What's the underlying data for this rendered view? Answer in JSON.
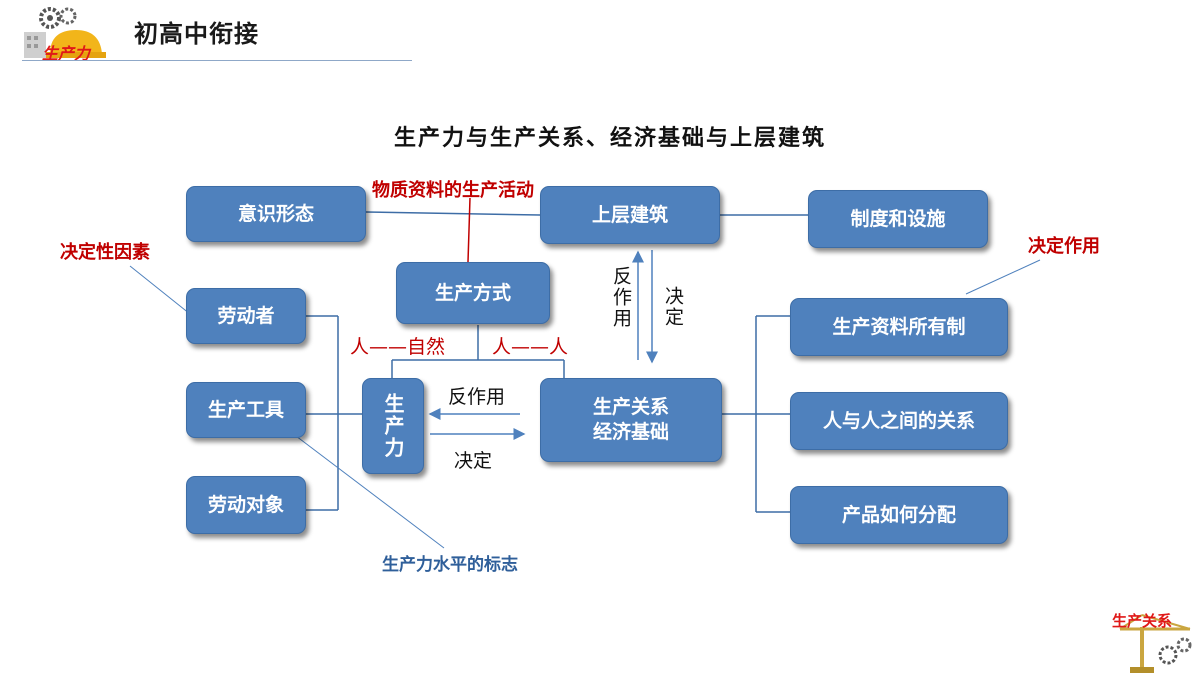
{
  "header": {
    "title": "初高中衔接",
    "logo_text": "生产力"
  },
  "main_title": "生产力与生产关系、经济基础与上层建筑",
  "nodes": {
    "ideology": "意识形态",
    "superstructure": "上层建筑",
    "institutions": "制度和设施",
    "mode_of_production": "生产方式",
    "laborer": "劳动者",
    "tools": "生产工具",
    "objects": "劳动对象",
    "productive_forces": "生产力",
    "relations_line1": "生产关系",
    "relations_line2": "经济基础",
    "ownership": "生产资料所有制",
    "relations_between_people": "人与人之间的关系",
    "distribution": "产品如何分配"
  },
  "labels": {
    "material_production": "物质资料的生产活动",
    "decisive_factor": "决定性因素",
    "decisive_role": "决定作用",
    "productivity_marker": "生产力水平的标志",
    "human_nature": "人——自然",
    "human_human": "人——人",
    "reaction_vertical": "反作用",
    "determine_vertical": "决定",
    "reaction_horizontal": "反作用",
    "determine_horizontal": "决定"
  },
  "footer": {
    "logo_text": "生产关系"
  },
  "colors": {
    "node_fill": "#4f81bd",
    "accent_red": "#c00000",
    "accent_blue": "#2f5f9a"
  }
}
